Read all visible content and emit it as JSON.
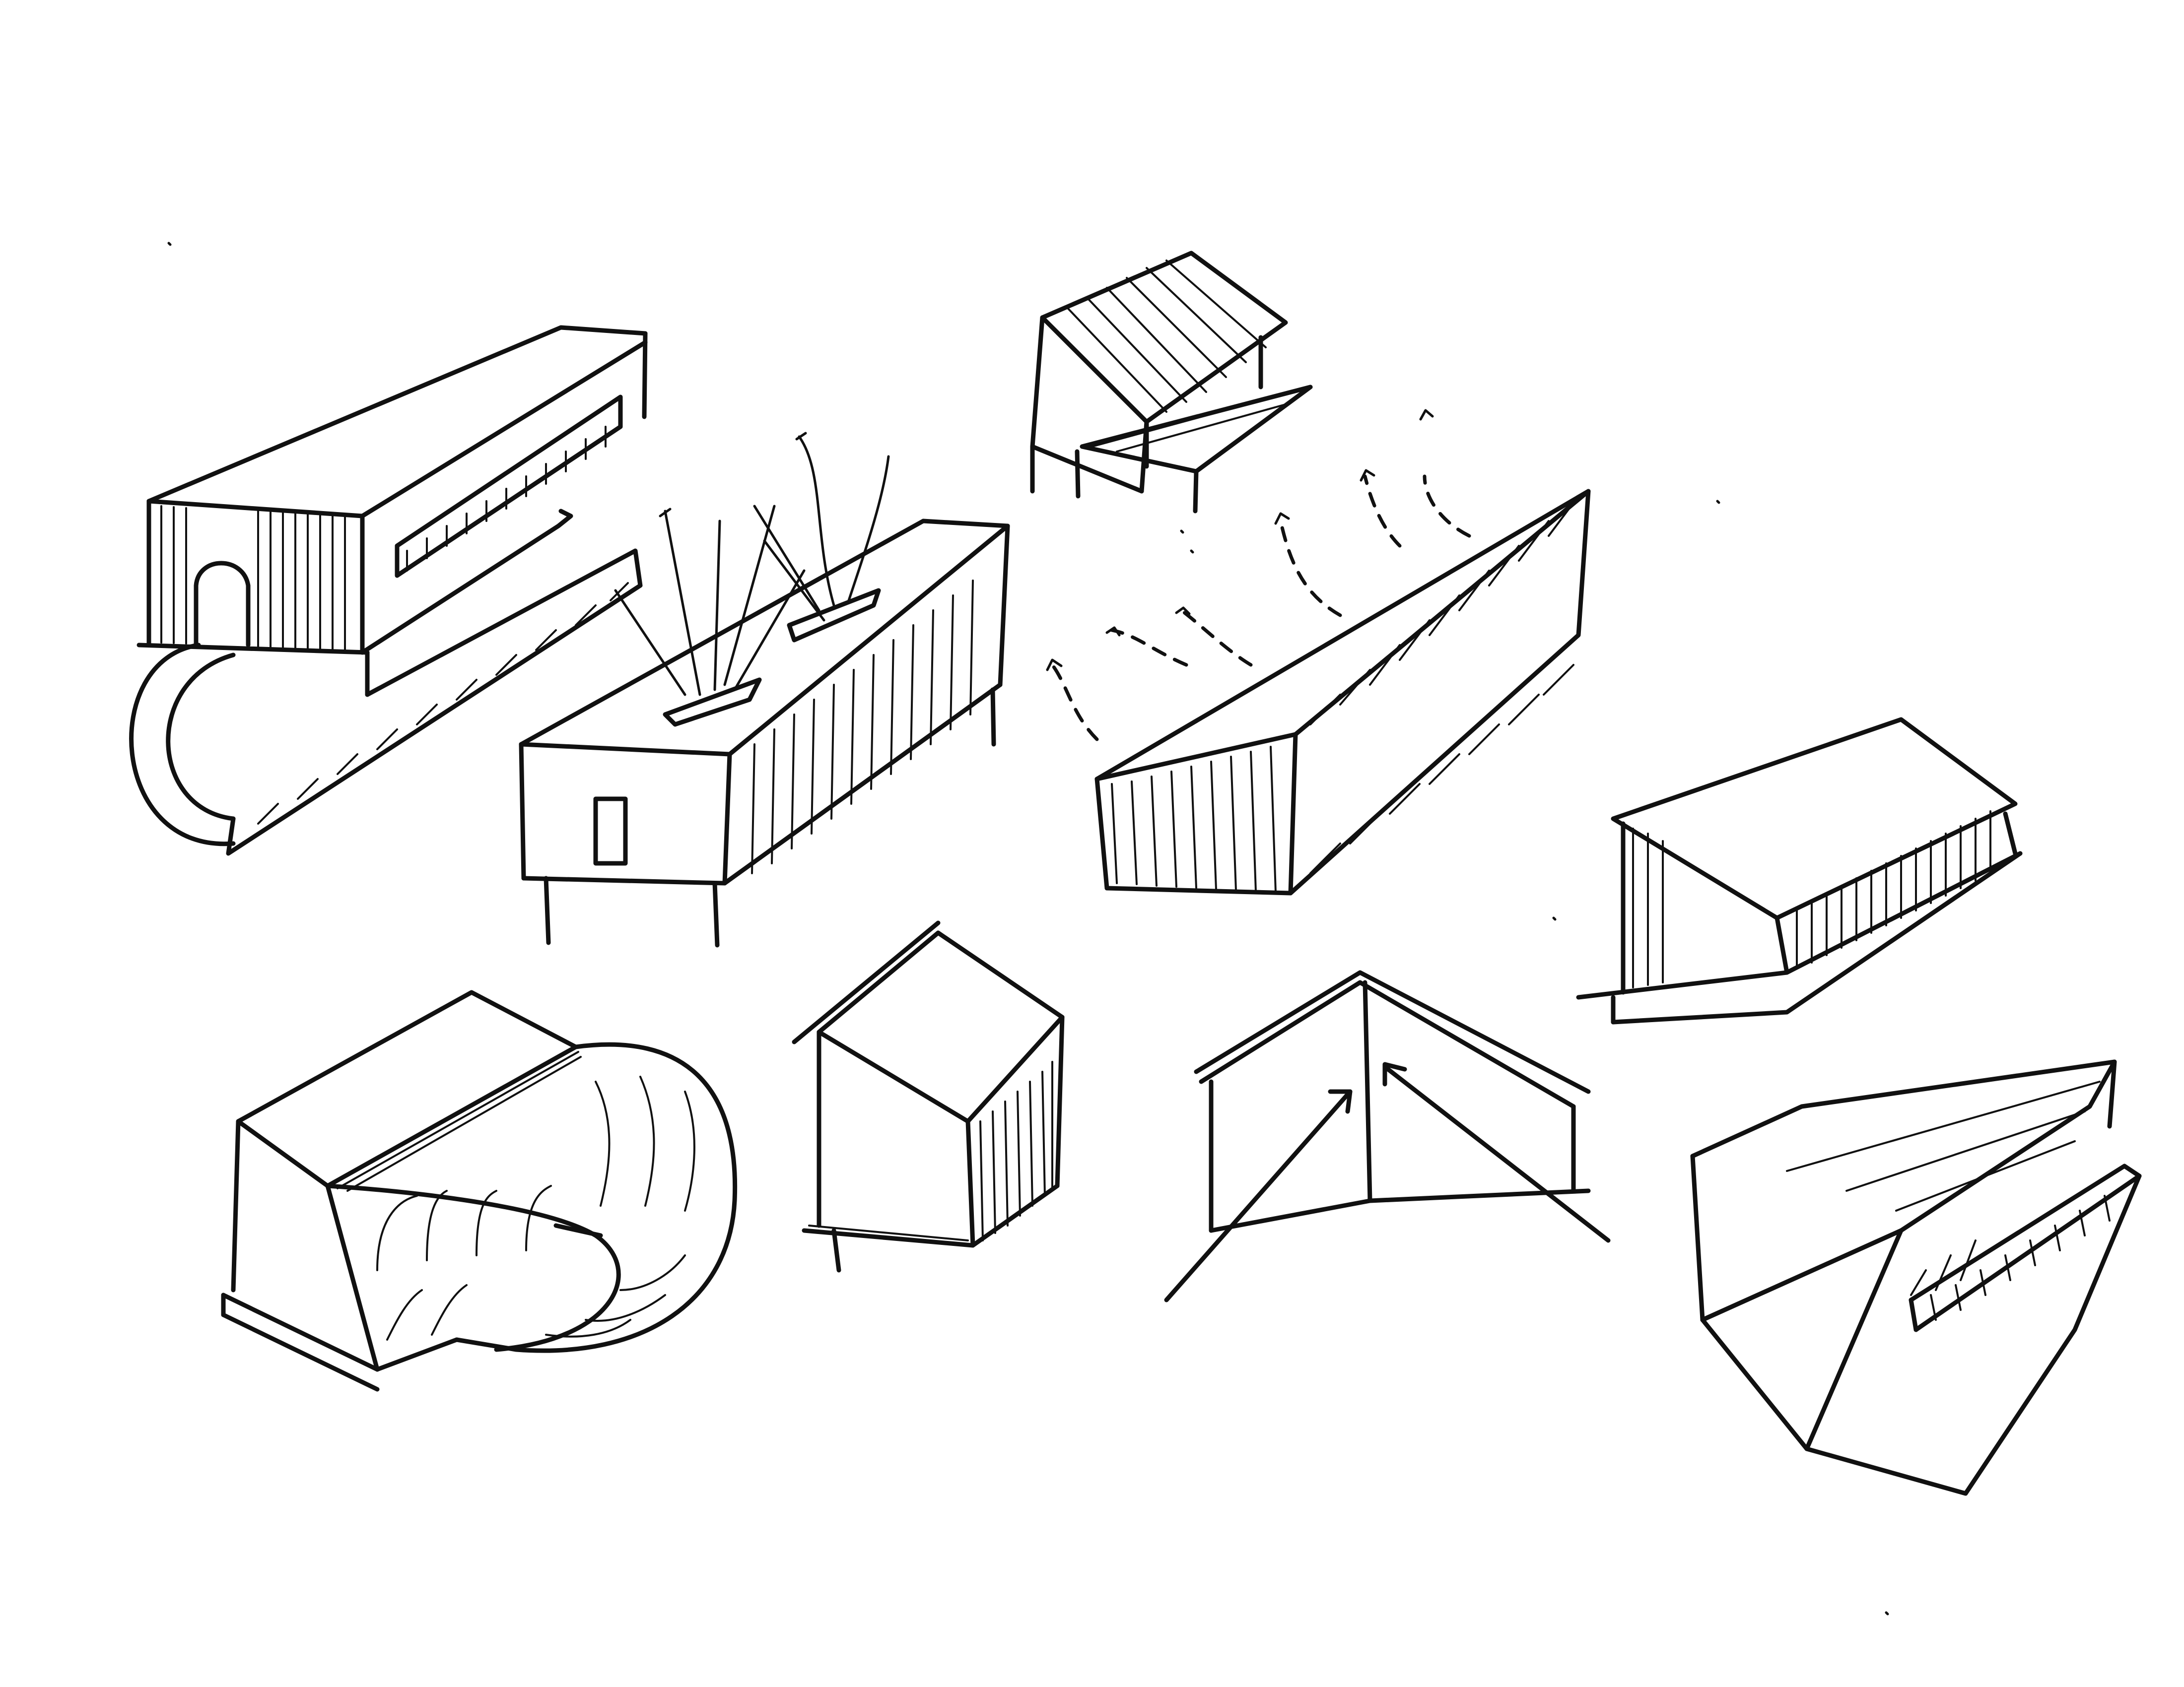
{
  "sheet": {
    "ink_color": "#111111",
    "paper_color": "#ffffff",
    "sketches": [
      "s-shaped-bar-with-ramp",
      "elevated-bar-with-skylights",
      "open-gable-pavilion",
      "long-bar-with-airflow-arrows",
      "lean-to-on-plinth",
      "box-with-spiral-ramp",
      "pitched-block-with-hatched-side",
      "gable-with-arrows",
      "tapered-prism-with-stairs"
    ]
  }
}
